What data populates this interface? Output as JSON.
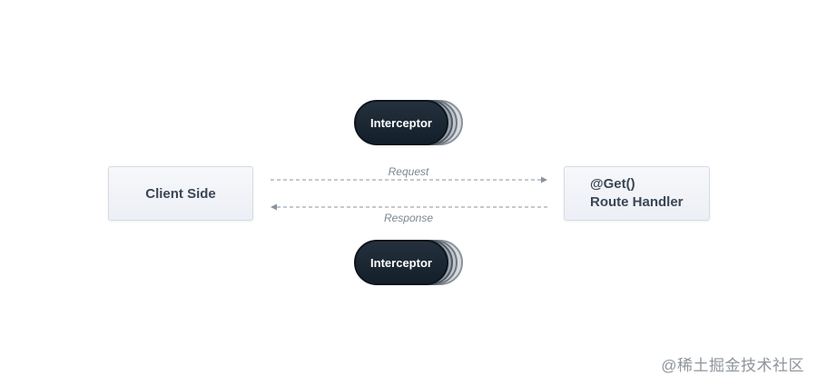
{
  "nodes": {
    "client": "Client Side",
    "handler_line1": "@Get()",
    "handler_line2": "Route Handler",
    "interceptor_top": "Interceptor",
    "interceptor_bottom": "Interceptor"
  },
  "edges": {
    "request_label": "Request",
    "response_label": "Response"
  },
  "watermark": "@稀土掘金技术社区",
  "colors": {
    "pill_dark": "#13202b",
    "box_fill": "#eceff5",
    "arrow": "#8a939d"
  }
}
